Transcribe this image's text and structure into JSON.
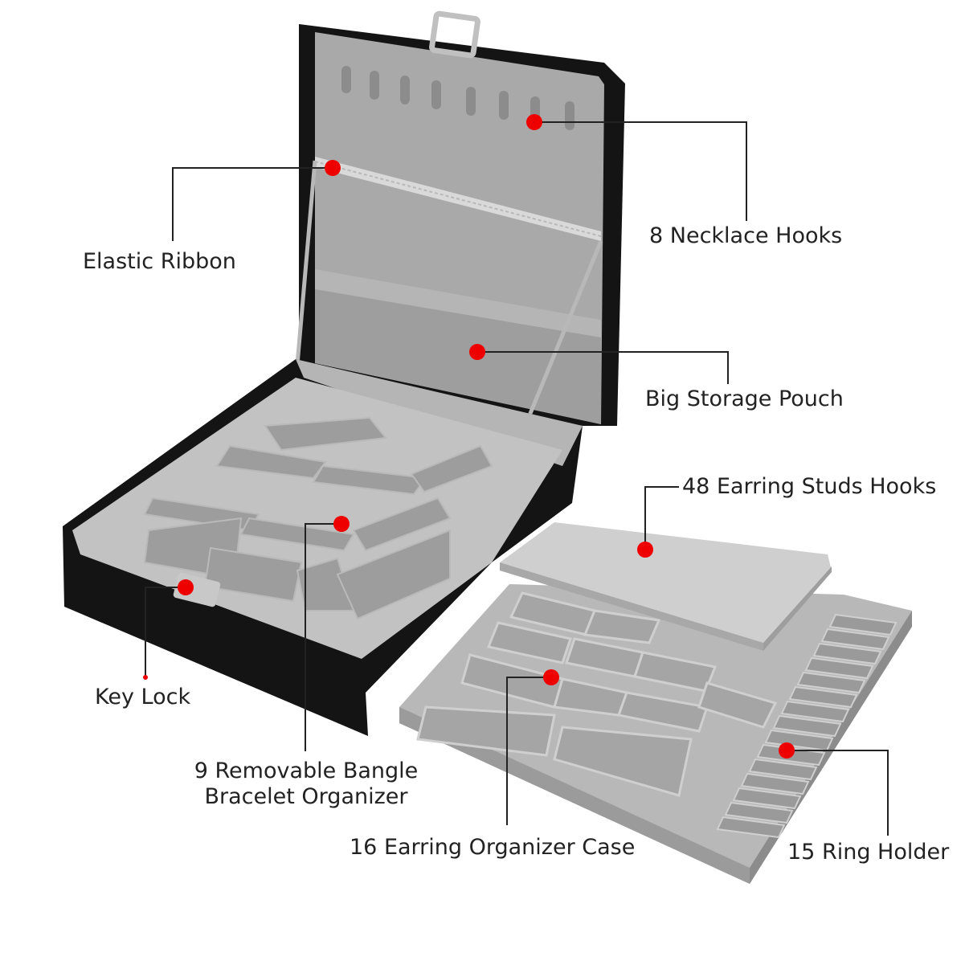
{
  "image": {
    "subject": "jewelry box",
    "colors": {
      "exterior": "#141414",
      "velvet": "#a9a9a9",
      "velvet_light": "#c4c4c4",
      "velvet_dark": "#8e8e8e",
      "marker": "#ee0000",
      "leader_line": "#222222",
      "clasp": "#c0c0c0"
    }
  },
  "callouts": [
    {
      "id": "necklace-hooks",
      "text": "8 Necklace Hooks"
    },
    {
      "id": "elastic-ribbon",
      "text": "Elastic Ribbon"
    },
    {
      "id": "storage-pouch",
      "text": "Big Storage Pouch"
    },
    {
      "id": "earring-studs",
      "text": "48 Earring Studs Hooks"
    },
    {
      "id": "key-lock",
      "text": "Key Lock"
    },
    {
      "id": "bangle-organizer",
      "line1": "9 Removable Bangle",
      "line2": "Bracelet Organizer"
    },
    {
      "id": "earring-case",
      "text": "16 Earring Organizer Case"
    },
    {
      "id": "ring-holder",
      "text": "15 Ring Holder"
    }
  ]
}
